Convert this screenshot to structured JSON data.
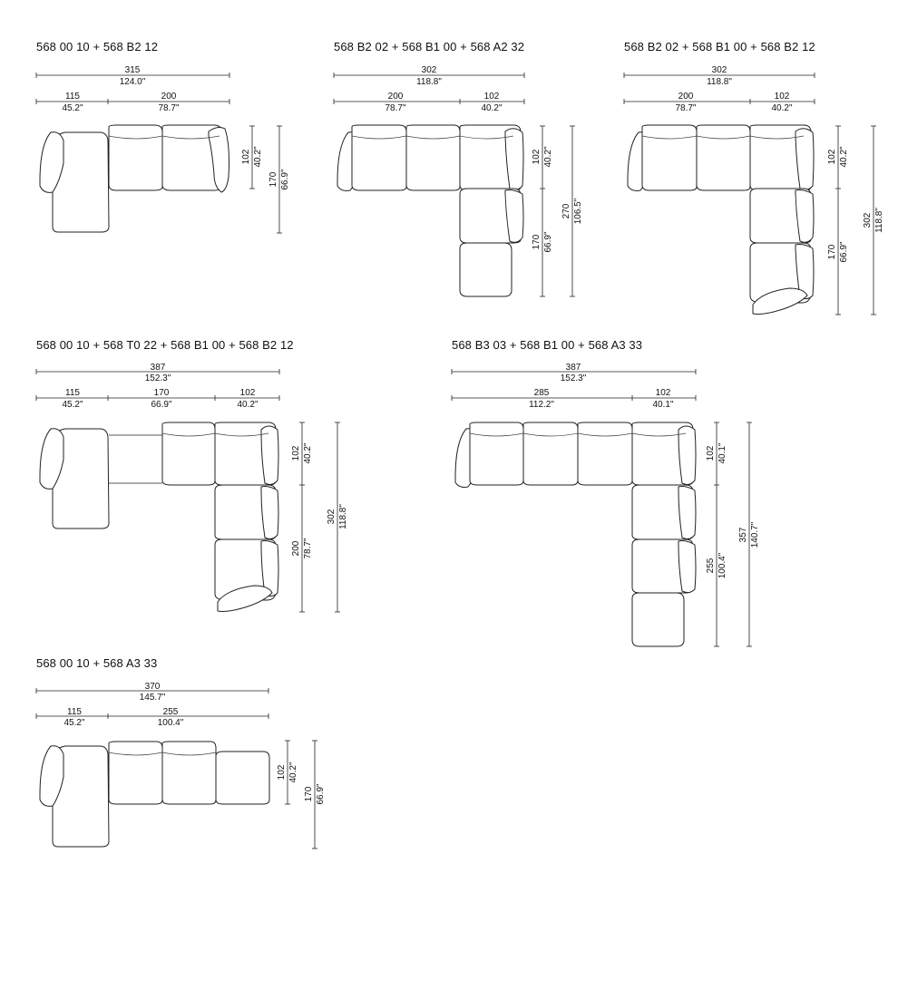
{
  "diagrams": [
    {
      "title": "568 00 10 + 568 B2 12",
      "top_total": [
        "315",
        "124.0\""
      ],
      "top_parts": [
        [
          "115",
          "45.2\""
        ],
        [
          "200",
          "78.7\""
        ]
      ],
      "side": [
        [
          "102",
          "40.2\""
        ],
        [
          "170",
          "66.9\""
        ]
      ]
    },
    {
      "title": "568 B2 02 + 568 B1 00 + 568 A2 32",
      "top_total": [
        "302",
        "118.8\""
      ],
      "top_parts": [
        [
          "200",
          "78.7\""
        ],
        [
          "102",
          "40.2\""
        ]
      ],
      "side": [
        [
          "102",
          "40.2\""
        ],
        [
          "170",
          "66.9\""
        ],
        [
          "270",
          "106.5\""
        ]
      ]
    },
    {
      "title": "568 B2 02 + 568 B1 00 + 568 B2 12",
      "top_total": [
        "302",
        "118.8\""
      ],
      "top_parts": [
        [
          "200",
          "78.7\""
        ],
        [
          "102",
          "40.2\""
        ]
      ],
      "side": [
        [
          "102",
          "40.2\""
        ],
        [
          "170",
          "66.9\""
        ],
        [
          "302",
          "118.8\""
        ]
      ]
    },
    {
      "title": "568 00 10 + 568 T0 22 + 568 B1 00 + 568 B2 12",
      "top_total": [
        "387",
        "152.3\""
      ],
      "top_parts": [
        [
          "115",
          "45.2\""
        ],
        [
          "170",
          "66.9\""
        ],
        [
          "102",
          "40.2\""
        ]
      ],
      "side": [
        [
          "102",
          "40.2\""
        ],
        [
          "200",
          "78.7\""
        ],
        [
          "302",
          "118.8\""
        ]
      ]
    },
    {
      "title": "568 B3 03 + 568 B1 00 + 568 A3 33",
      "top_total": [
        "387",
        "152.3\""
      ],
      "top_parts": [
        [
          "285",
          "112.2\""
        ],
        [
          "102",
          "40.1\""
        ]
      ],
      "side": [
        [
          "102",
          "40.1\""
        ],
        [
          "255",
          "100.4\""
        ],
        [
          "357",
          "140.7\""
        ]
      ]
    },
    {
      "title": "568 00 10 + 568 A3 33",
      "top_total": [
        "370",
        "145.7\""
      ],
      "top_parts": [
        [
          "115",
          "45.2\""
        ],
        [
          "255",
          "100.4\""
        ]
      ],
      "side": [
        [
          "102",
          "40.2\""
        ],
        [
          "170",
          "66.9\""
        ]
      ]
    }
  ]
}
